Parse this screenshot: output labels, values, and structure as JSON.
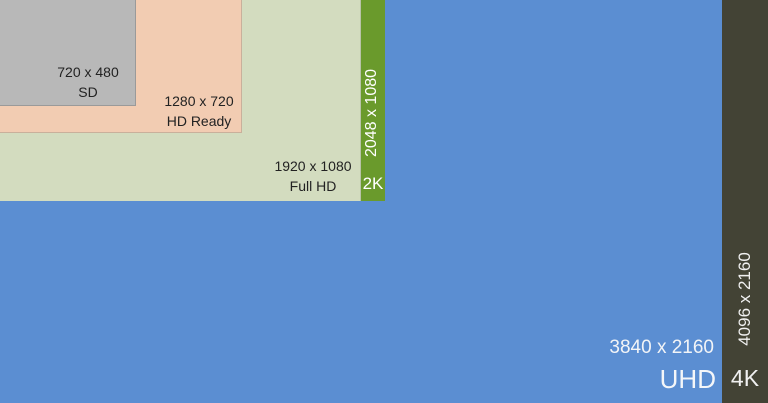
{
  "resolutions": {
    "sd": {
      "size": "720 x 480",
      "name": "SD",
      "color": "#b8b8b8"
    },
    "hd_ready": {
      "size": "1280 x 720",
      "name": "HD Ready",
      "color": "#f2ccb2"
    },
    "full_hd": {
      "size": "1920 x 1080",
      "name": "Full HD",
      "color": "#d3dcbf"
    },
    "two_k": {
      "size": "2048 x 1080",
      "name": "2K",
      "color": "#6a9a2c"
    },
    "uhd": {
      "size": "3840 x 2160",
      "name": "UHD",
      "color": "#5b8ed2"
    },
    "four_k": {
      "size": "4096 x 2160",
      "name": "4K",
      "color": "#434335"
    }
  }
}
